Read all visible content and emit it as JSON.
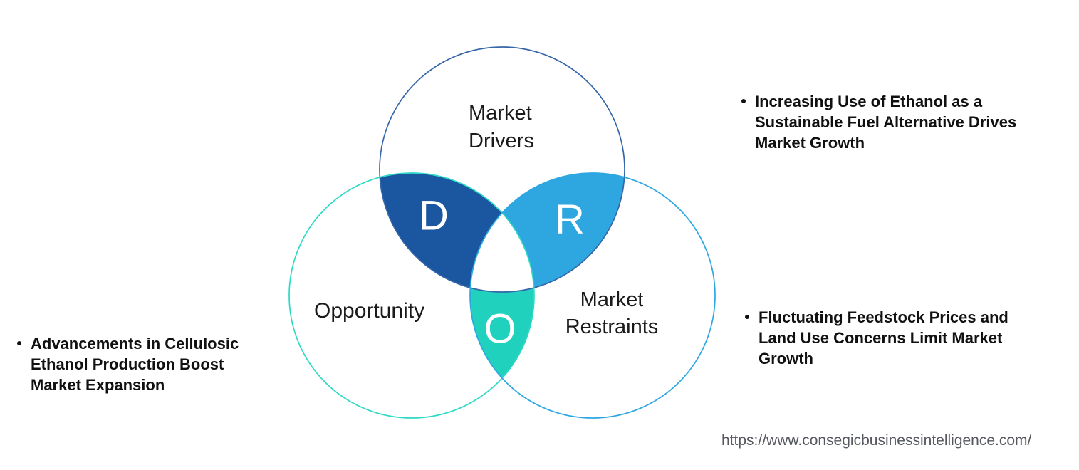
{
  "diagram": {
    "title_letters": {
      "drivers": "D",
      "restraints": "R",
      "opportunity": "O"
    },
    "circles": {
      "drivers_label": "Market\nDrivers",
      "opportunity_label": "Opportunity",
      "restraints_label": "Market\nRestraints"
    },
    "colors": {
      "drivers_stroke": "#3566A9",
      "opportunity_stroke": "#2EDAC5",
      "restraints_stroke": "#2CA7E2",
      "d_region_fill": "#1B56A0",
      "r_region_fill": "#2EA6E0",
      "o_region_fill": "#20D2BE",
      "center_region_fill": "#FFFFFF"
    }
  },
  "bullets": {
    "left": "Advancements in Cellulosic\nEthanol Production Boost\nMarket Expansion",
    "top_right": "Increasing Use of Ethanol as a\nSustainable Fuel Alternative Drives\nMarket Growth",
    "bottom_right": "Fluctuating Feedstock Prices and\nLand Use Concerns Limit Market\nGrowth"
  },
  "footer": {
    "url": "https://www.consegicbusinessintelligence.com/"
  }
}
